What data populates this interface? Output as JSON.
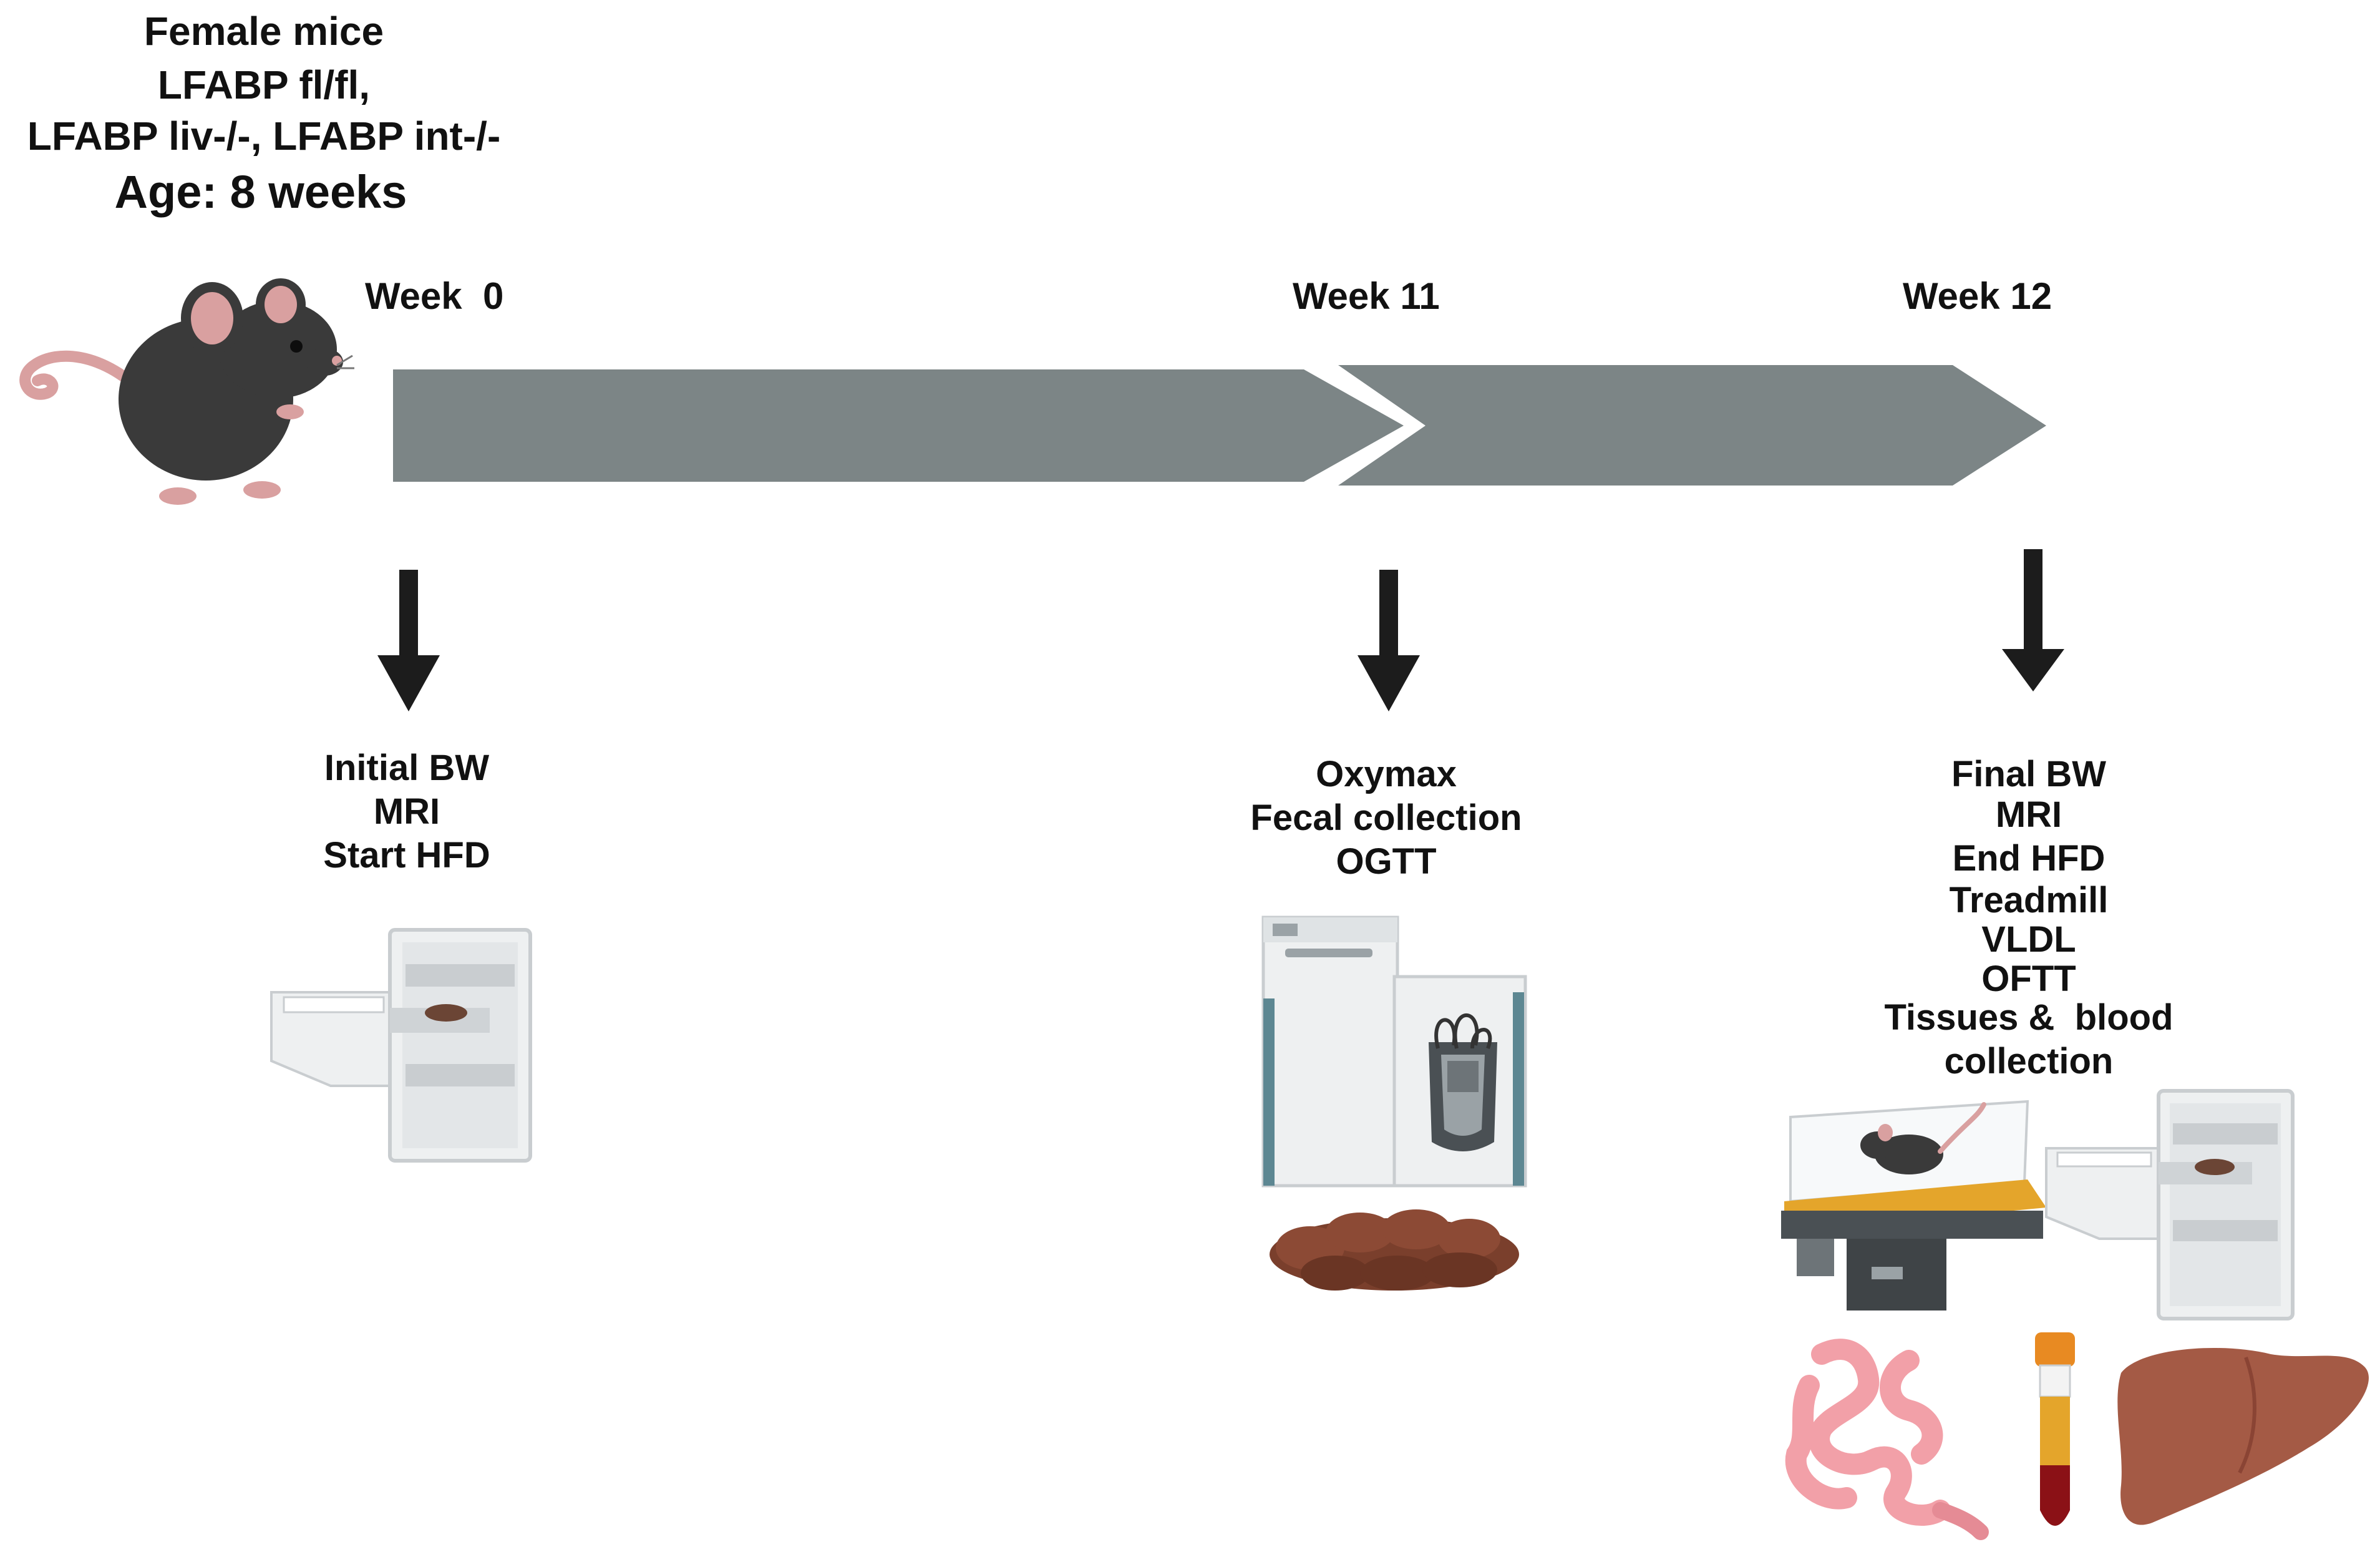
{
  "subject": {
    "line1": "Female mice",
    "line2": "LFABP fl/fl,",
    "line3": "LFABP liv-/-, LFABP int-/-",
    "age": "Age: 8 weeks"
  },
  "timeline": {
    "week0": "Week  0",
    "week11": "Week 11",
    "week12": "Week 12"
  },
  "stages": {
    "week0_steps": [
      "Initial BW",
      "MRI",
      "Start HFD"
    ],
    "week11_steps": [
      "Oxymax",
      "Fecal collection",
      "OGTT"
    ],
    "week12_steps": [
      "Final BW",
      "MRI",
      "End HFD",
      "Treadmill",
      "VLDL",
      "OFTT",
      "Tissues &  blood",
      "collection"
    ]
  },
  "colors": {
    "timeline_arrow": "#7c8586",
    "down_arrow": "#1c1c1c",
    "mouse": "#3a3a3a",
    "mouse_ear": "#d9a0a0",
    "feces": "#7a3f2c",
    "liver": "#a45a45",
    "intestine": "#f2a0a8",
    "blood": "#8b1116",
    "serum": "#e4a52b",
    "device_light": "#eef0f1",
    "device_mid": "#c9cdd0",
    "device_dark": "#3f4447"
  },
  "icons": [
    "mouse-icon",
    "mri-scanner-icon",
    "oxymax-machine-icon",
    "feces-icon",
    "treadmill-icon",
    "intestine-icon",
    "blood-tube-icon",
    "liver-icon"
  ]
}
